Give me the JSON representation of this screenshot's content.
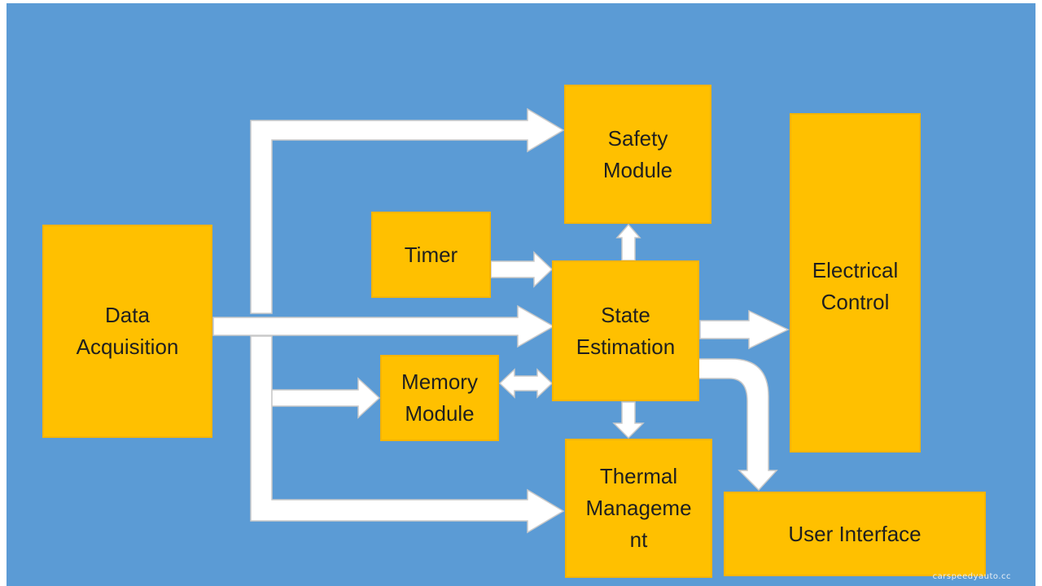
{
  "diagram": {
    "blocks": {
      "data_acquisition": "Data\nAcquisition",
      "safety_module": "Safety\nModule",
      "timer": "Timer",
      "state_estimation": "State\nEstimation",
      "electrical_control": "Electrical\nControl",
      "memory_module": "Memory\nModule",
      "thermal_management": "Thermal\nManageme\nnt",
      "user_interface": "User Interface"
    },
    "connections": [
      {
        "from": "Data Acquisition",
        "to": "Safety Module"
      },
      {
        "from": "Data Acquisition",
        "to": "State Estimation"
      },
      {
        "from": "Data Acquisition",
        "to": "Memory Module"
      },
      {
        "from": "Data Acquisition",
        "to": "Thermal Management"
      },
      {
        "from": "Timer",
        "to": "State Estimation"
      },
      {
        "from": "State Estimation",
        "to": "Safety Module"
      },
      {
        "from": "State Estimation",
        "to": "Electrical Control"
      },
      {
        "from": "State Estimation",
        "to": "Memory Module",
        "bidirectional": true
      },
      {
        "from": "State Estimation",
        "to": "Thermal Management"
      },
      {
        "from": "State Estimation",
        "to": "User Interface"
      }
    ],
    "colors": {
      "background": "#5b9bd5",
      "block_fill": "#ffc000",
      "arrow_fill": "#ffffff"
    }
  },
  "watermark": "carspeedyauto.cc"
}
